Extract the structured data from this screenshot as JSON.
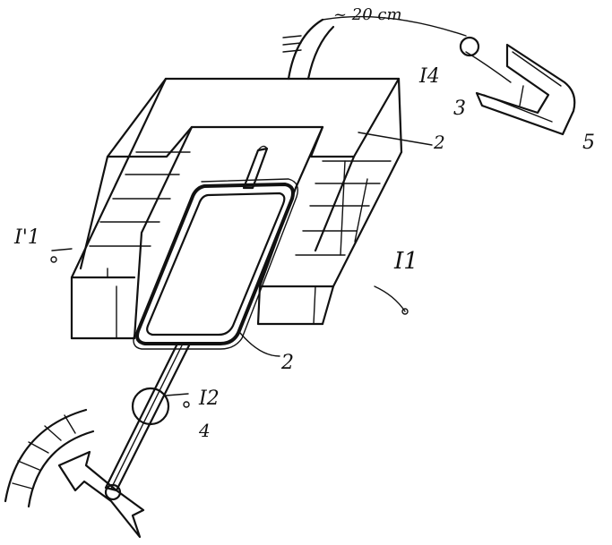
{
  "labels": {
    "I1_prime": "I'1",
    "I1": "I1",
    "I2": "I2",
    "I4": "I4",
    "hand_text": "~ 20 cm",
    "n2_top": "2",
    "n2_bottom": "2",
    "n3": "3",
    "n4": "4",
    "n5": "5"
  }
}
